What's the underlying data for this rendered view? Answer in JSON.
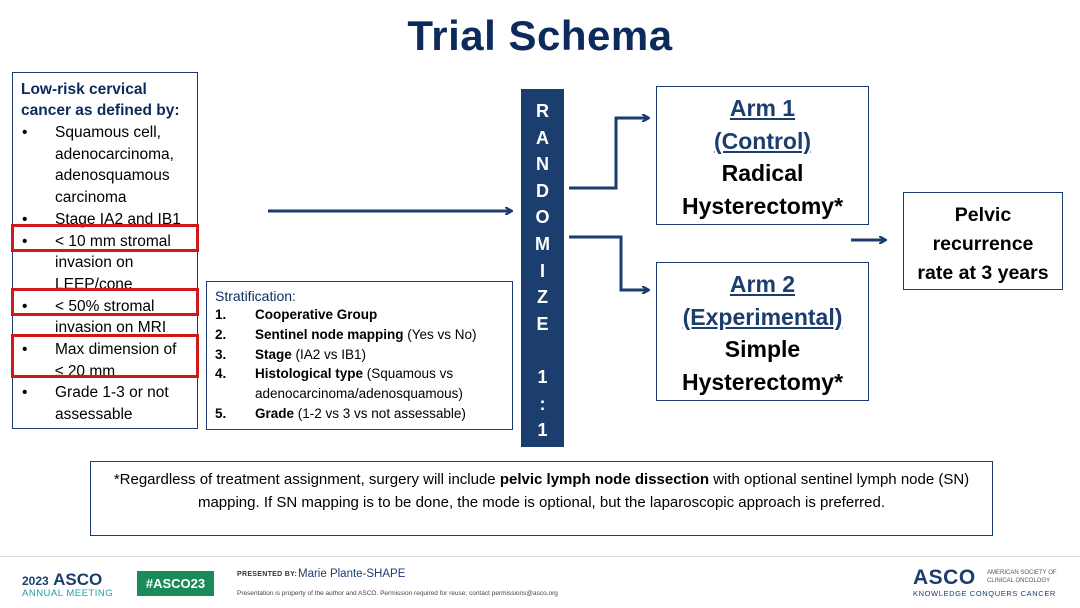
{
  "title": "Trial Schema",
  "eligibility": {
    "heading": "Low-risk cervical\ncancer as defined by:",
    "items": [
      "Squamous cell,\nadenocarcinoma,\nadenosquamous\ncarcinoma",
      "Stage IA2 and IB1",
      " < 10 mm stromal\ninvasion on\nLEEP/cone",
      "< 50% stromal\ninvasion on MRI",
      "Max dimension of\n≤ 20 mm",
      "Grade 1-3 or not\nassessable"
    ],
    "highlight_color": "#d0181b"
  },
  "stratification": {
    "heading": "Stratification:",
    "items": [
      {
        "num": "1.",
        "bold": "Cooperative Group",
        "rest": ""
      },
      {
        "num": "2.",
        "bold": "Sentinel node mapping",
        "rest": " (Yes vs No)"
      },
      {
        "num": "3.",
        "bold": "Stage",
        "rest": " (IA2 vs IB1)"
      },
      {
        "num": "4.",
        "bold": "Histological type",
        "rest": " (Squamous vs\nadenocarcinoma/adenosquamous)"
      },
      {
        "num": "5.",
        "bold": "Grade",
        "rest": " (1-2 vs 3 vs not assessable)"
      }
    ]
  },
  "randomize": {
    "letters": [
      "R",
      "A",
      "N",
      "D",
      "O",
      "M",
      "I",
      "Z",
      "E",
      "",
      "1",
      ":",
      "1"
    ],
    "color": "#1c3e6e"
  },
  "arms": [
    {
      "label_line1": "Arm 1",
      "label_line2": "(Control)",
      "description": "Radical\nHysterectomy*"
    },
    {
      "label_line1": "Arm 2",
      "label_line2": "(Experimental)",
      "description": "Simple\nHysterectomy*"
    }
  ],
  "outcome": "Pelvic\nrecurrence\nrate at 3 years",
  "footnote": {
    "part1": "*Regardless of treatment assignment, surgery will include ",
    "bold": "pelvic lymph node dissection",
    "part2": " with optional sentinel lymph node (SN) mapping. If SN mapping is to be done, the mode is optional, but the laparoscopic approach is preferred."
  },
  "footer": {
    "year": "2023",
    "brand": "ASCO",
    "meeting": "ANNUAL MEETING",
    "hashtag": "#ASCO23",
    "presented_by": "PRESENTED BY:",
    "presenter": "Marie Plante-SHAPE",
    "disclaimer": "Presentation is property of the author and ASCO. Permission required for reuse; contact permissions@asco.org",
    "society": "AMERICAN SOCIETY OF\nCLINICAL ONCOLOGY",
    "tagline": "KNOWLEDGE CONQUERS CANCER"
  },
  "colors": {
    "navy": "#0c2a5c",
    "arrow": "#1c3b6e",
    "hashtag_bg": "#1a8a5a",
    "teal": "#18a3a8"
  }
}
